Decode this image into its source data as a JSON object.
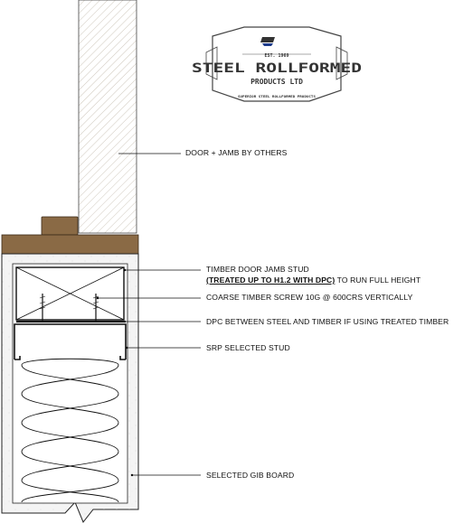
{
  "logo": {
    "established": "EST. 1969",
    "line1": "STEEL ROLLFORMED",
    "line2": "PRODUCTS LTD",
    "tagline": "SUPERIOR STEEL ROLLFORMED PRODUCTS"
  },
  "labels": {
    "door_jamb": "DOOR + JAMB BY OTHERS",
    "timber_stud": "TIMBER DOOR JAMB STUD",
    "treated_note": "(TREATED UP TO H1.2 WITH DPC)",
    "treated_suffix": " TO RUN FULL HEIGHT",
    "screw": "COARSE TIMBER SCREW 10G @ 600CRS VERTICALLY",
    "dpc": "DPC BETWEEN STEEL AND TIMBER IF USING TREATED TIMBER",
    "stud": "SRP SELECTED STUD",
    "gib": "SELECTED GIB BOARD"
  },
  "colors": {
    "timber_trim": "#8a6a45",
    "door_hatch": "#d9d4cc",
    "board_fill": "#f6f6f6",
    "line": "#111111"
  }
}
